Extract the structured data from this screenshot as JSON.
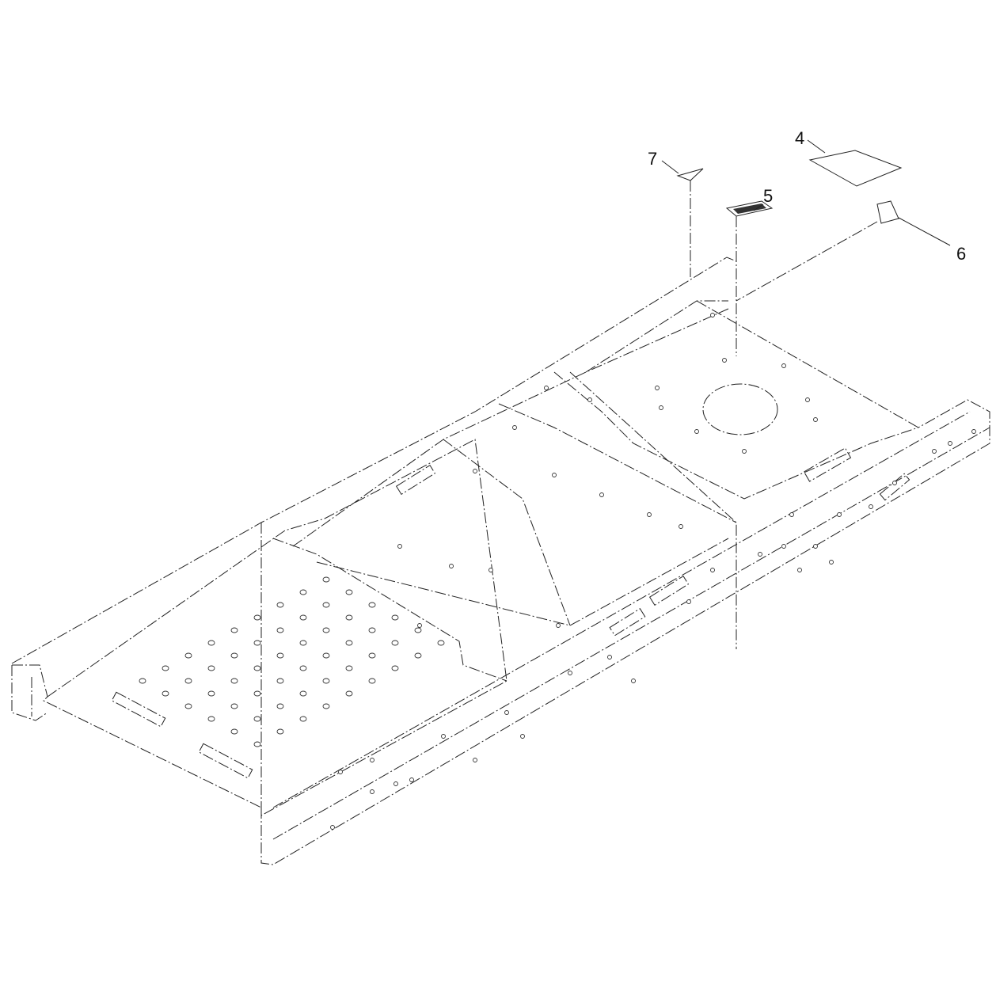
{
  "callouts": [
    {
      "id": "4",
      "label": "4"
    },
    {
      "id": "5",
      "label": "5"
    },
    {
      "id": "6",
      "label": "6"
    },
    {
      "id": "7",
      "label": "7"
    }
  ]
}
